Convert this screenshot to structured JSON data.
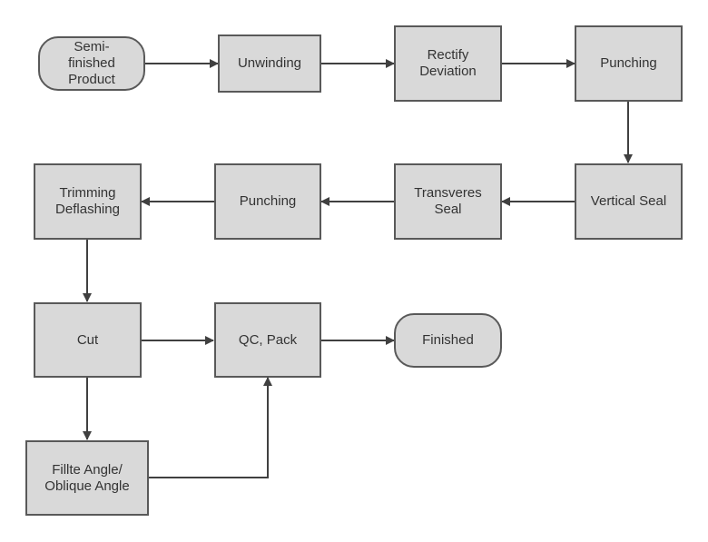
{
  "nodes": {
    "semi_finished": "Semi-\nfinished\nProduct",
    "unwinding": "Unwinding",
    "rectify": "Rectify\nDeviation",
    "punching_1": "Punching",
    "vertical_seal": "Vertical Seal",
    "transveres_seal": "Transveres\nSeal",
    "punching_2": "Punching",
    "trimming": "Trimming\nDeflashing",
    "cut": "Cut",
    "qc_pack": "QC, Pack",
    "finished": "Finished",
    "fillte_angle": "Fillte Angle/\nOblique Angle"
  },
  "colors": {
    "node_fill": "#d9d9d9",
    "node_border": "#595959",
    "connector": "#404040",
    "text": "#333333"
  }
}
